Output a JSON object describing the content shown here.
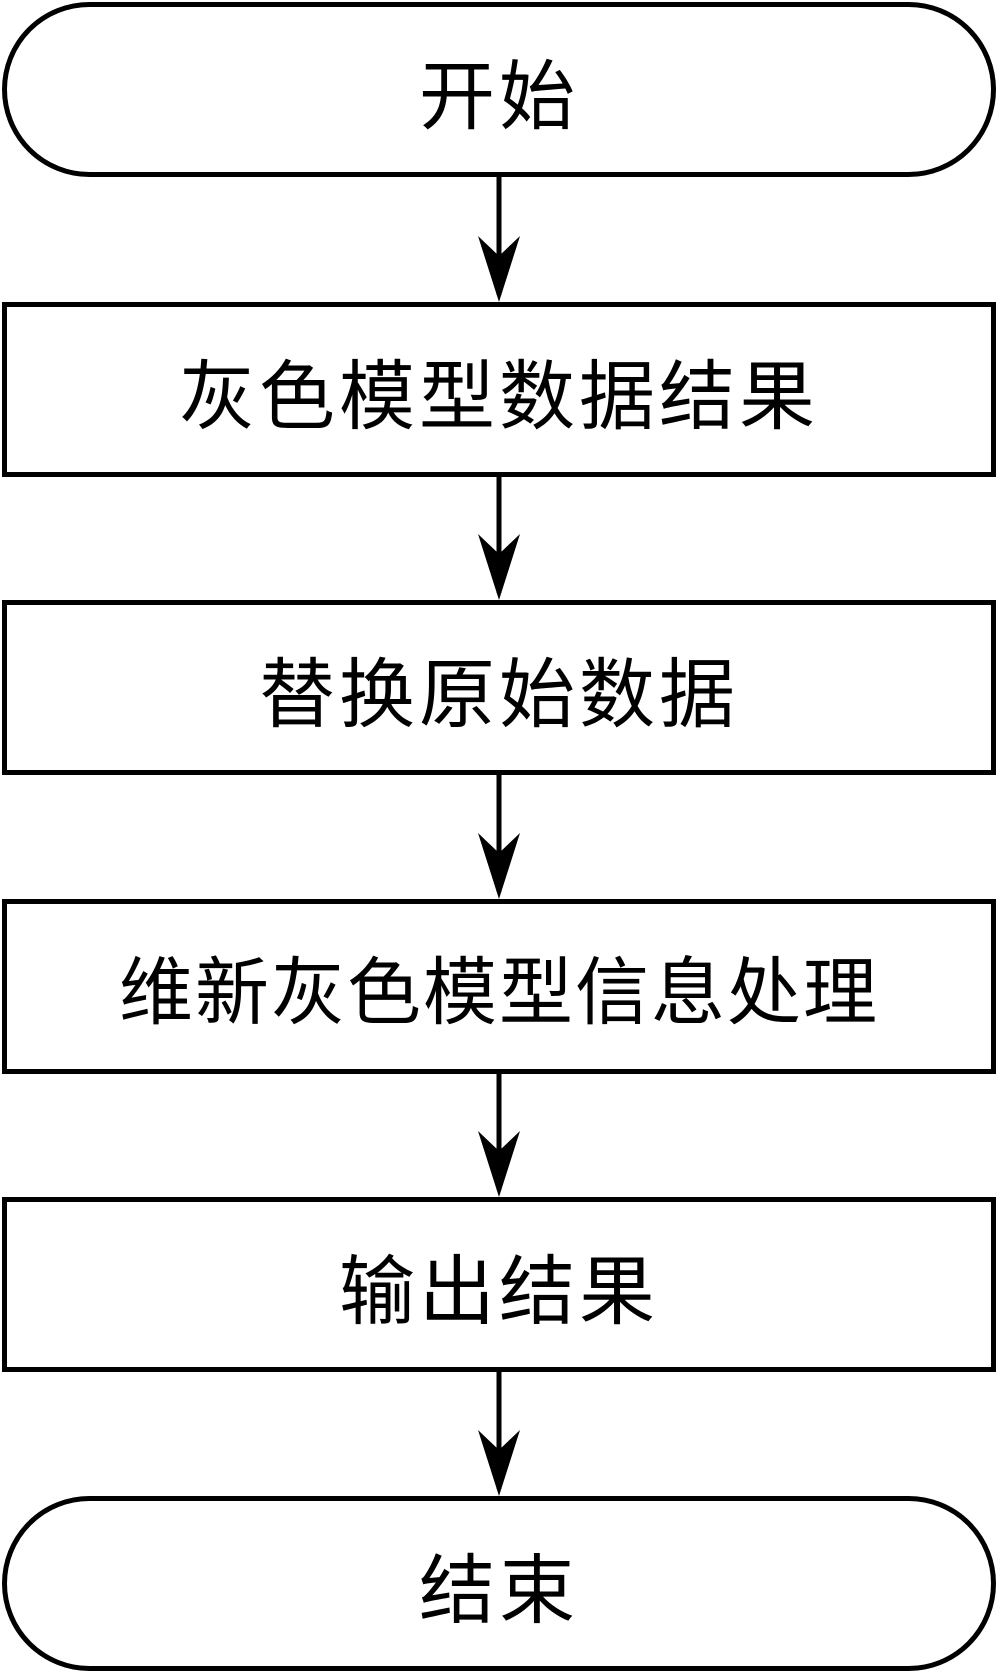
{
  "flowchart": {
    "nodes": [
      {
        "id": "start",
        "shape": "terminal",
        "label": "开始"
      },
      {
        "id": "step1",
        "shape": "process",
        "label": "灰色模型数据结果"
      },
      {
        "id": "step2",
        "shape": "process",
        "label": "替换原始数据"
      },
      {
        "id": "step3",
        "shape": "process",
        "label": "维新灰色模型信息处理"
      },
      {
        "id": "step4",
        "shape": "process",
        "label": "输出结果"
      },
      {
        "id": "end",
        "shape": "terminal",
        "label": "结束"
      }
    ],
    "edges": [
      {
        "from": "start",
        "to": "step1"
      },
      {
        "from": "step1",
        "to": "step2"
      },
      {
        "from": "step2",
        "to": "step3"
      },
      {
        "from": "step3",
        "to": "step4"
      },
      {
        "from": "step4",
        "to": "end"
      }
    ],
    "colors": {
      "stroke": "#000000",
      "fill": "#ffffff",
      "text": "#000000"
    }
  }
}
